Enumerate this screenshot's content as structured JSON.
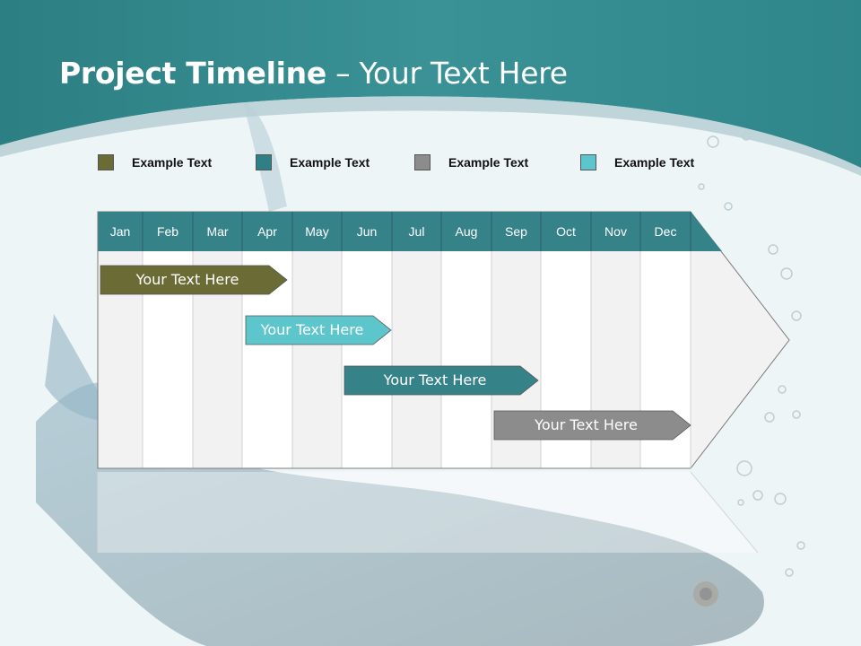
{
  "slide": {
    "title_bold": "Project Timeline",
    "title_rest": " – Your Text Here"
  },
  "legend": [
    {
      "label": "Example Text",
      "color": "#6b6b35"
    },
    {
      "label": "Example Text",
      "color": "#2f7f86"
    },
    {
      "label": "Example Text",
      "color": "#8c8c8c"
    },
    {
      "label": "Example Text",
      "color": "#5dc6cc"
    }
  ],
  "timeline": {
    "months": [
      "Jan",
      "Feb",
      "Mar",
      "Apr",
      "May",
      "Jun",
      "Jul",
      "Aug",
      "Sep",
      "Oct",
      "Nov",
      "Dec"
    ],
    "header_color": "#368289",
    "bars": [
      {
        "label": "Your  Text Here",
        "color": "#6b6b35",
        "start_month": "Jan",
        "end_month": "Apr"
      },
      {
        "label": "Your  Text Here",
        "color": "#5dc6cc",
        "start_month": "Apr",
        "end_month": "Jun"
      },
      {
        "label": "Your  Text Here",
        "color": "#368289",
        "start_month": "Jun",
        "end_month": "Sep"
      },
      {
        "label": "Your  Text Here",
        "color": "#8c8c8c",
        "start_month": "Sep",
        "end_month": "Dec"
      }
    ]
  }
}
